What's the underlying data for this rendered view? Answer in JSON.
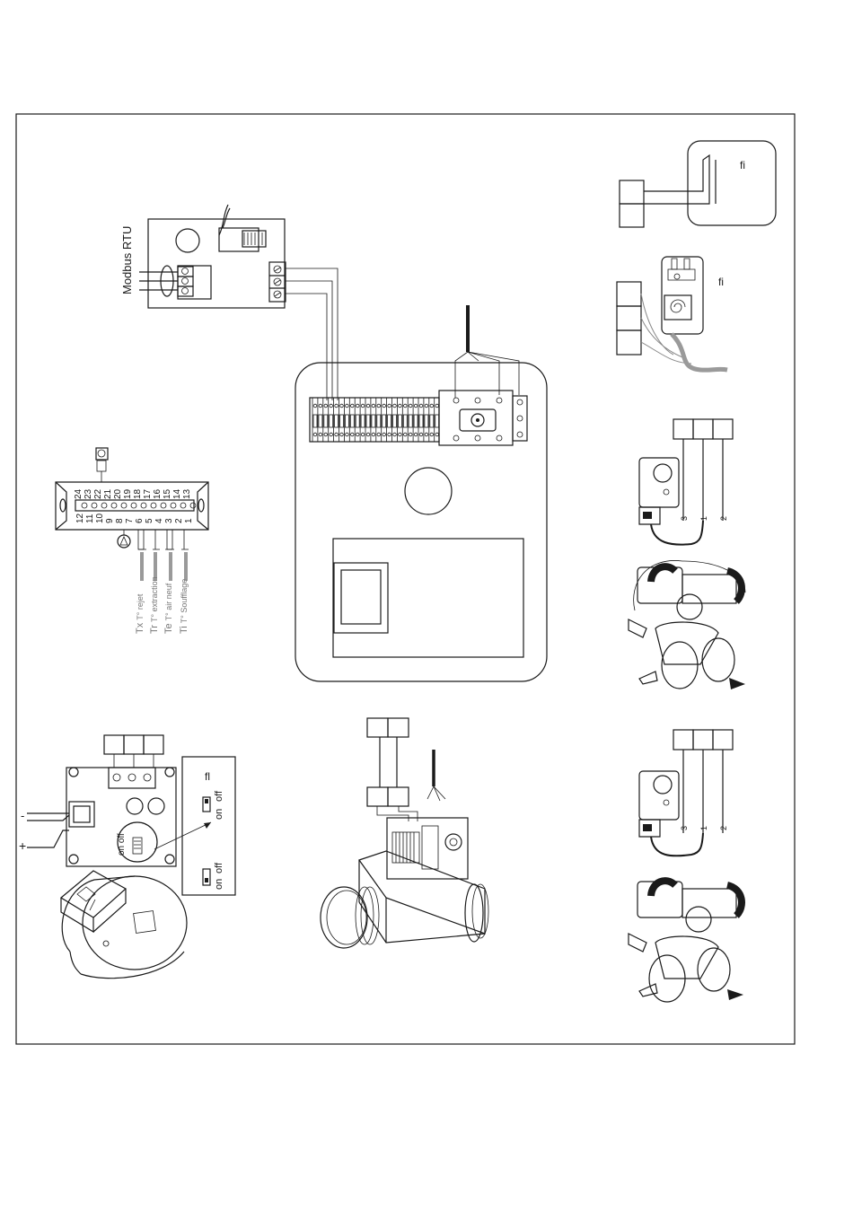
{
  "modbus": {
    "label": "Modbus RTU"
  },
  "thermostat": {
    "glyph": "ﬁ"
  },
  "pressostat": {
    "glyph": "ﬁ"
  },
  "dip_panel": {
    "glyph": "ﬂ",
    "on_label": "on",
    "off_label": "off",
    "on_off_label": "on off"
  },
  "sensor_connector": {
    "top_numbers": [
      "24",
      "23",
      "22",
      "21",
      "20",
      "19",
      "18",
      "17",
      "16",
      "15",
      "14",
      "13"
    ],
    "bottom_numbers": [
      "12",
      "11",
      "10",
      "9",
      "8",
      "7",
      "6",
      "5",
      "4",
      "3",
      "2",
      "1"
    ]
  },
  "sensors": [
    {
      "code": "Tx",
      "label": "T° rejet"
    },
    {
      "code": "Tr",
      "label": "T° extraction"
    },
    {
      "code": "Te",
      "label": "T° air neuf"
    },
    {
      "code": "Ti",
      "label": "T° Soufflage"
    }
  ],
  "polarity": {
    "minus": "-",
    "plus": "+"
  },
  "valve_marks": [
    "3",
    "1",
    "2"
  ]
}
